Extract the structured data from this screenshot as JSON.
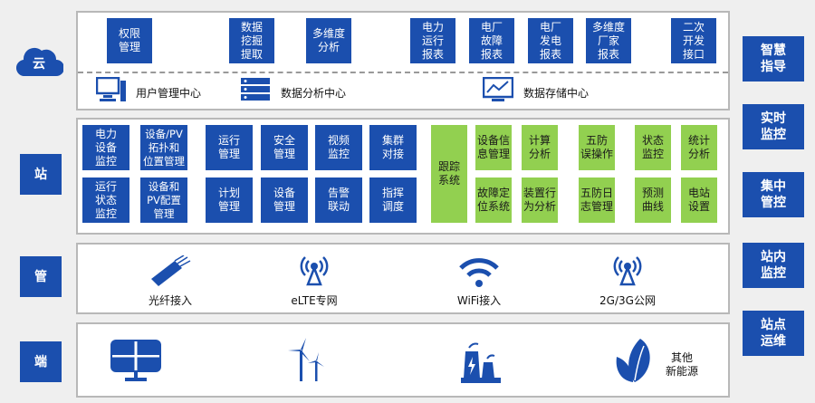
{
  "left_labels": {
    "cloud": "云",
    "station": "站",
    "pipe": "管",
    "terminal": "端"
  },
  "right_labels": [
    "智慧\n指导",
    "实时\n监控",
    "集中\n管控",
    "站内\n监控",
    "站点\n运维"
  ],
  "cloud": {
    "top_boxes": [
      "权限\n管理",
      "数据\n挖掘\n提取",
      "多维度\n分析",
      "电力\n运行\n报表",
      "电厂\n故障\n报表",
      "电厂\n发电\n报表",
      "多维度\n厂家\n报表",
      "二次\n开发\n接口"
    ],
    "centers": [
      "用户管理中心",
      "数据分析中心",
      "数据存储中心"
    ]
  },
  "station": {
    "blue_boxes": [
      "电力\n设备\n监控",
      "设备/PV\n拓扑和\n位置管理",
      "运行\n管理",
      "安全\n管理",
      "视频\n监控",
      "集群\n对接",
      "运行\n状态\n监控",
      "设备和\nPV配置\n管理",
      "计划\n管理",
      "设备\n管理",
      "告警\n联动",
      "指挥\n调度"
    ],
    "tracking": "跟踪\n系统",
    "green_boxes": [
      "设备信\n息管理",
      "计算\n分析",
      "五防\n误操作",
      "状态\n监控",
      "统计\n分析",
      "故障定\n位系统",
      "装置行\n为分析",
      "五防日\n志管理",
      "预测\n曲线",
      "电站\n设置"
    ]
  },
  "pipe": {
    "items": [
      "光纤接入",
      "eLTE专网",
      "WiFi接入",
      "2G/3G公网"
    ]
  },
  "terminal": {
    "other": "其他\n新能源"
  },
  "colors": {
    "blue": "#1b4fae",
    "green": "#92d050"
  }
}
